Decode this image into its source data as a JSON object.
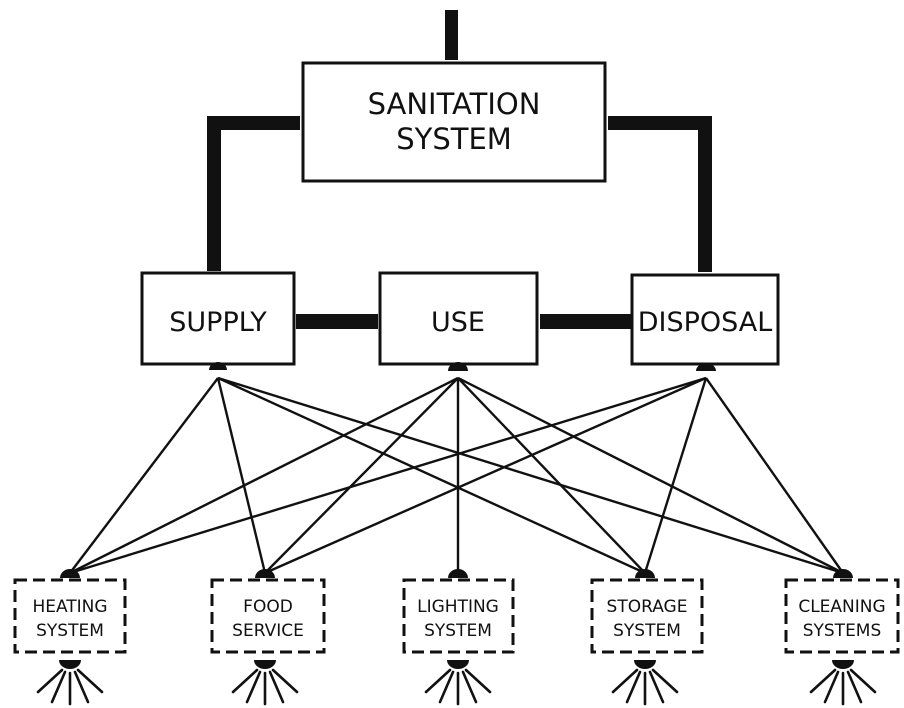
{
  "top": {
    "line1": "SANITATION",
    "line2": "SYSTEM"
  },
  "middle": {
    "supply": "SUPPLY",
    "use": "USE",
    "disposal": "DISPOSAL"
  },
  "bottom": [
    {
      "line1": "HEATING",
      "line2": "SYSTEM"
    },
    {
      "line1": "FOOD",
      "line2": "SERVICE"
    },
    {
      "line1": "LIGHTING",
      "line2": "SYSTEM"
    },
    {
      "line1": "STORAGE",
      "line2": "SYSTEM"
    },
    {
      "line1": "CLEANING",
      "line2": "SYSTEMS"
    }
  ]
}
